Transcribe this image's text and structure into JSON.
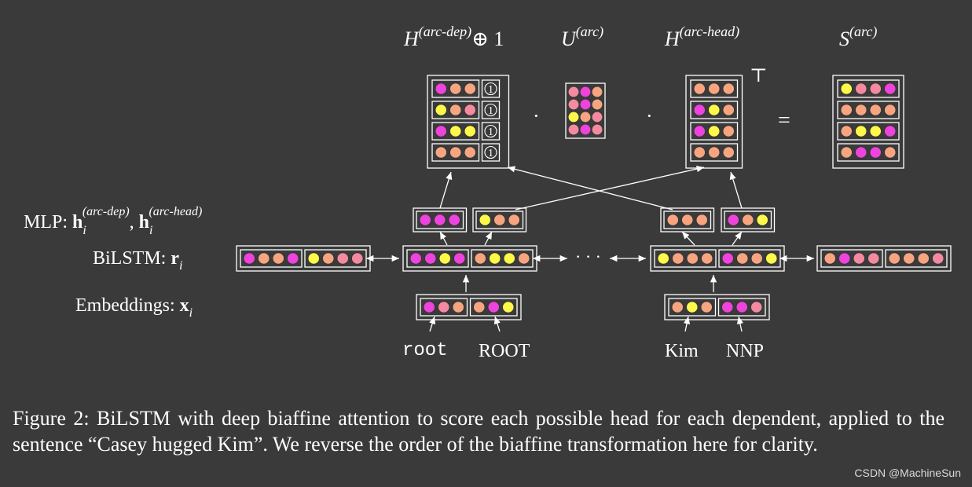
{
  "figure": {
    "top_labels": {
      "h_dep_base": "H",
      "h_dep_sup": "(arc-dep)",
      "h_dep_suffix": "⊕ 1",
      "u_base": "U",
      "u_sup": "(arc)",
      "h_head_base": "H",
      "h_head_sup": "(arc-head)",
      "s_base": "S",
      "s_sup": "(arc)",
      "transpose": "⊤"
    },
    "operators": {
      "dot1": "·",
      "dot2": "·",
      "equals": "="
    },
    "bias_symbol": "1",
    "ellipsis": "· · ·",
    "row_labels": {
      "mlp_prefix": "MLP: ",
      "mlp_h": "h",
      "mlp_i": "i",
      "mlp_dep_sup": "(arc-dep)",
      "mlp_sep": ", ",
      "mlp_head_sup": "(arc-head)",
      "bilstm_prefix": "BiLSTM: ",
      "bilstm_r": "r",
      "bilstm_i": "i",
      "emb_prefix": "Embeddings: ",
      "emb_x": "x",
      "emb_i": "i"
    },
    "words": [
      {
        "word": "root",
        "tag": "ROOT"
      },
      {
        "word": "Kim",
        "tag": "NNP"
      }
    ],
    "palette": {
      "M": "#ee44dd",
      "S": "#f7a580",
      "Y": "#fdf84a",
      "P": "#f48aa0"
    },
    "vectors": {
      "h_dep_rows": [
        "MSS",
        "YSP",
        "MYY",
        "SSS"
      ],
      "u_rows": [
        "PMS",
        "PMS",
        "YSP",
        "PMP"
      ],
      "h_head_rows": [
        "SSS",
        "MYS",
        "MYS",
        "SSS"
      ],
      "s_rows": [
        "YPPM",
        "SSSS",
        "SYYM",
        "SMMS"
      ],
      "mlp_root_dep": "MMM",
      "mlp_root_head": "YSS",
      "mlp_kim_dep": "SSS",
      "mlp_kim_head": "MSY",
      "bilstm_0": [
        "MSSM",
        "YSPP"
      ],
      "bilstm_1": [
        "MMYM",
        "SYYS"
      ],
      "bilstm_2": [
        "YSSS",
        "MSSY"
      ],
      "bilstm_3": [
        "SMPP",
        "SSSP"
      ],
      "emb_root": [
        "MPS",
        "SMY"
      ],
      "emb_kim": [
        "SYS",
        "MMP"
      ]
    }
  },
  "caption": "Figure 2:  BiLSTM with deep biaffine attention to score each possible head for each dependent, applied to the sentence “Casey hugged Kim”.  We reverse the order of the biaffine transformation here for clarity.",
  "watermark": "CSDN @MachineSun"
}
